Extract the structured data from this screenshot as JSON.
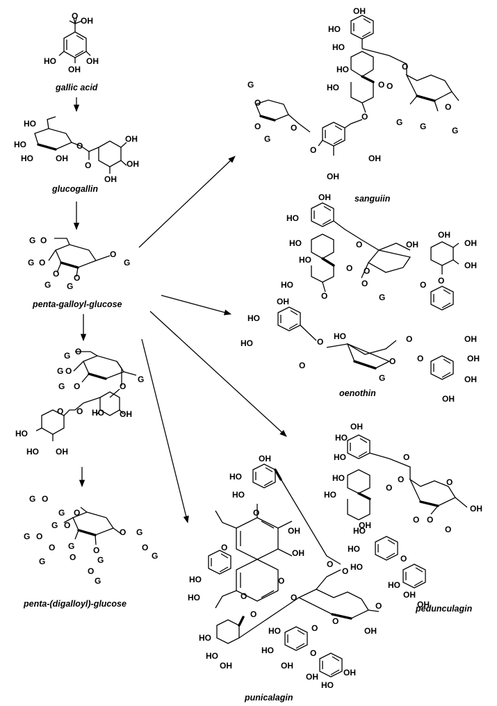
{
  "compounds": {
    "gallic_acid": "gallic acid",
    "glucogallin": "glucogallin",
    "pgg": "penta-galloyl-glucose",
    "pdgg": "penta-(digalloyl)-glucose",
    "sanguiin": "sanguiin",
    "oenothin": "oenothin",
    "pedunculagin": "pedunculagin",
    "punicalagin": "punicalagin"
  },
  "atoms": {
    "oh": "OH",
    "ho": "HO",
    "o": "O",
    "g": "G"
  },
  "colors": {
    "ink": "#000000",
    "background": "#ffffff"
  }
}
